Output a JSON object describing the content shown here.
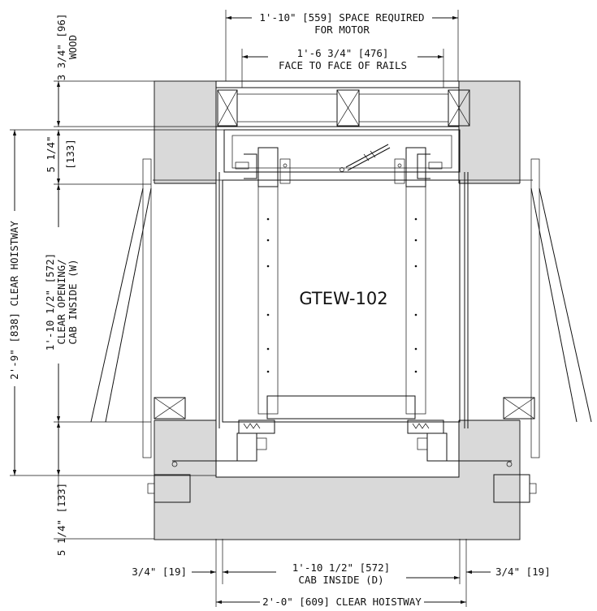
{
  "drawing": {
    "model": "GTEW-102",
    "dims": {
      "space_motor_1": "1'-10\" [559] SPACE REQUIRED",
      "space_motor_2": "FOR MOTOR",
      "rails_1": "1'-6 3/4\" [476]",
      "rails_2": "FACE TO FACE OF RAILS",
      "wood_1": "3 3/4\" [96]",
      "wood_2": "WOOD",
      "top_gap_1": "5 1/4\"",
      "top_gap_2": "[133]",
      "clear_hoistway_w": "2'-9\" [838] CLEAR HOISTWAY",
      "opening_1": "1'-10 1/2\" [572]",
      "opening_2": "CLEAR OPENING/",
      "opening_3": "CAB INSIDE (W)",
      "bottom_gap": "5 1/4\" [133]",
      "left_side": "3/4\" [19]",
      "right_side": "3/4\" [19]",
      "cab_inside_1": "1'-10 1/2\" [572]",
      "cab_inside_2": "CAB INSIDE (D)",
      "clear_hoistway_d": "2'-0\" [609] CLEAR HOISTWAY"
    }
  }
}
